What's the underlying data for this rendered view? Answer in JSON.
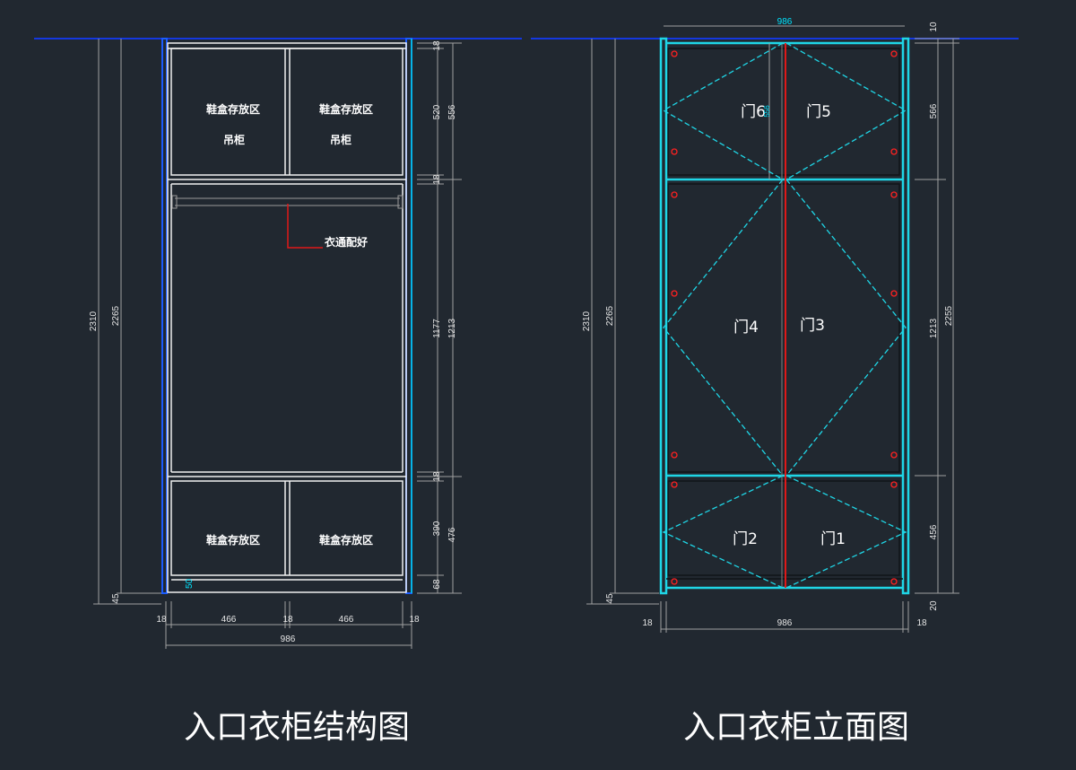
{
  "structure": {
    "title": "入口衣柜结构图",
    "labels": {
      "shoe_box_area": "鞋盒存放区",
      "wall_cabinet": "吊柜",
      "rail_note": "衣通配好"
    },
    "dims_right": [
      "18",
      "520",
      "556",
      "18",
      "1177",
      "1213",
      "18",
      "390",
      "476",
      "68"
    ],
    "dims_left": [
      "2310",
      "2265",
      "45"
    ],
    "dims_bottom": [
      "18",
      "466",
      "18",
      "466",
      "18",
      "986"
    ],
    "small_mark": "50"
  },
  "elevation": {
    "title": "入口衣柜立面图",
    "doors": [
      "门6",
      "门5",
      "门4",
      "门3",
      "门2",
      "门1"
    ],
    "dims_top": [
      "986",
      "10"
    ],
    "dims_right": [
      "566",
      "1213",
      "2255",
      "456",
      "20"
    ],
    "dims_left": [
      "2310",
      "2265",
      "45"
    ],
    "dims_bottom": [
      "18",
      "986",
      "18"
    ],
    "small_mark": "556"
  },
  "colors": {
    "background": "#212830",
    "frame": "#00e5ff",
    "guide": "#1030ff",
    "hinge": "#ff2020"
  }
}
